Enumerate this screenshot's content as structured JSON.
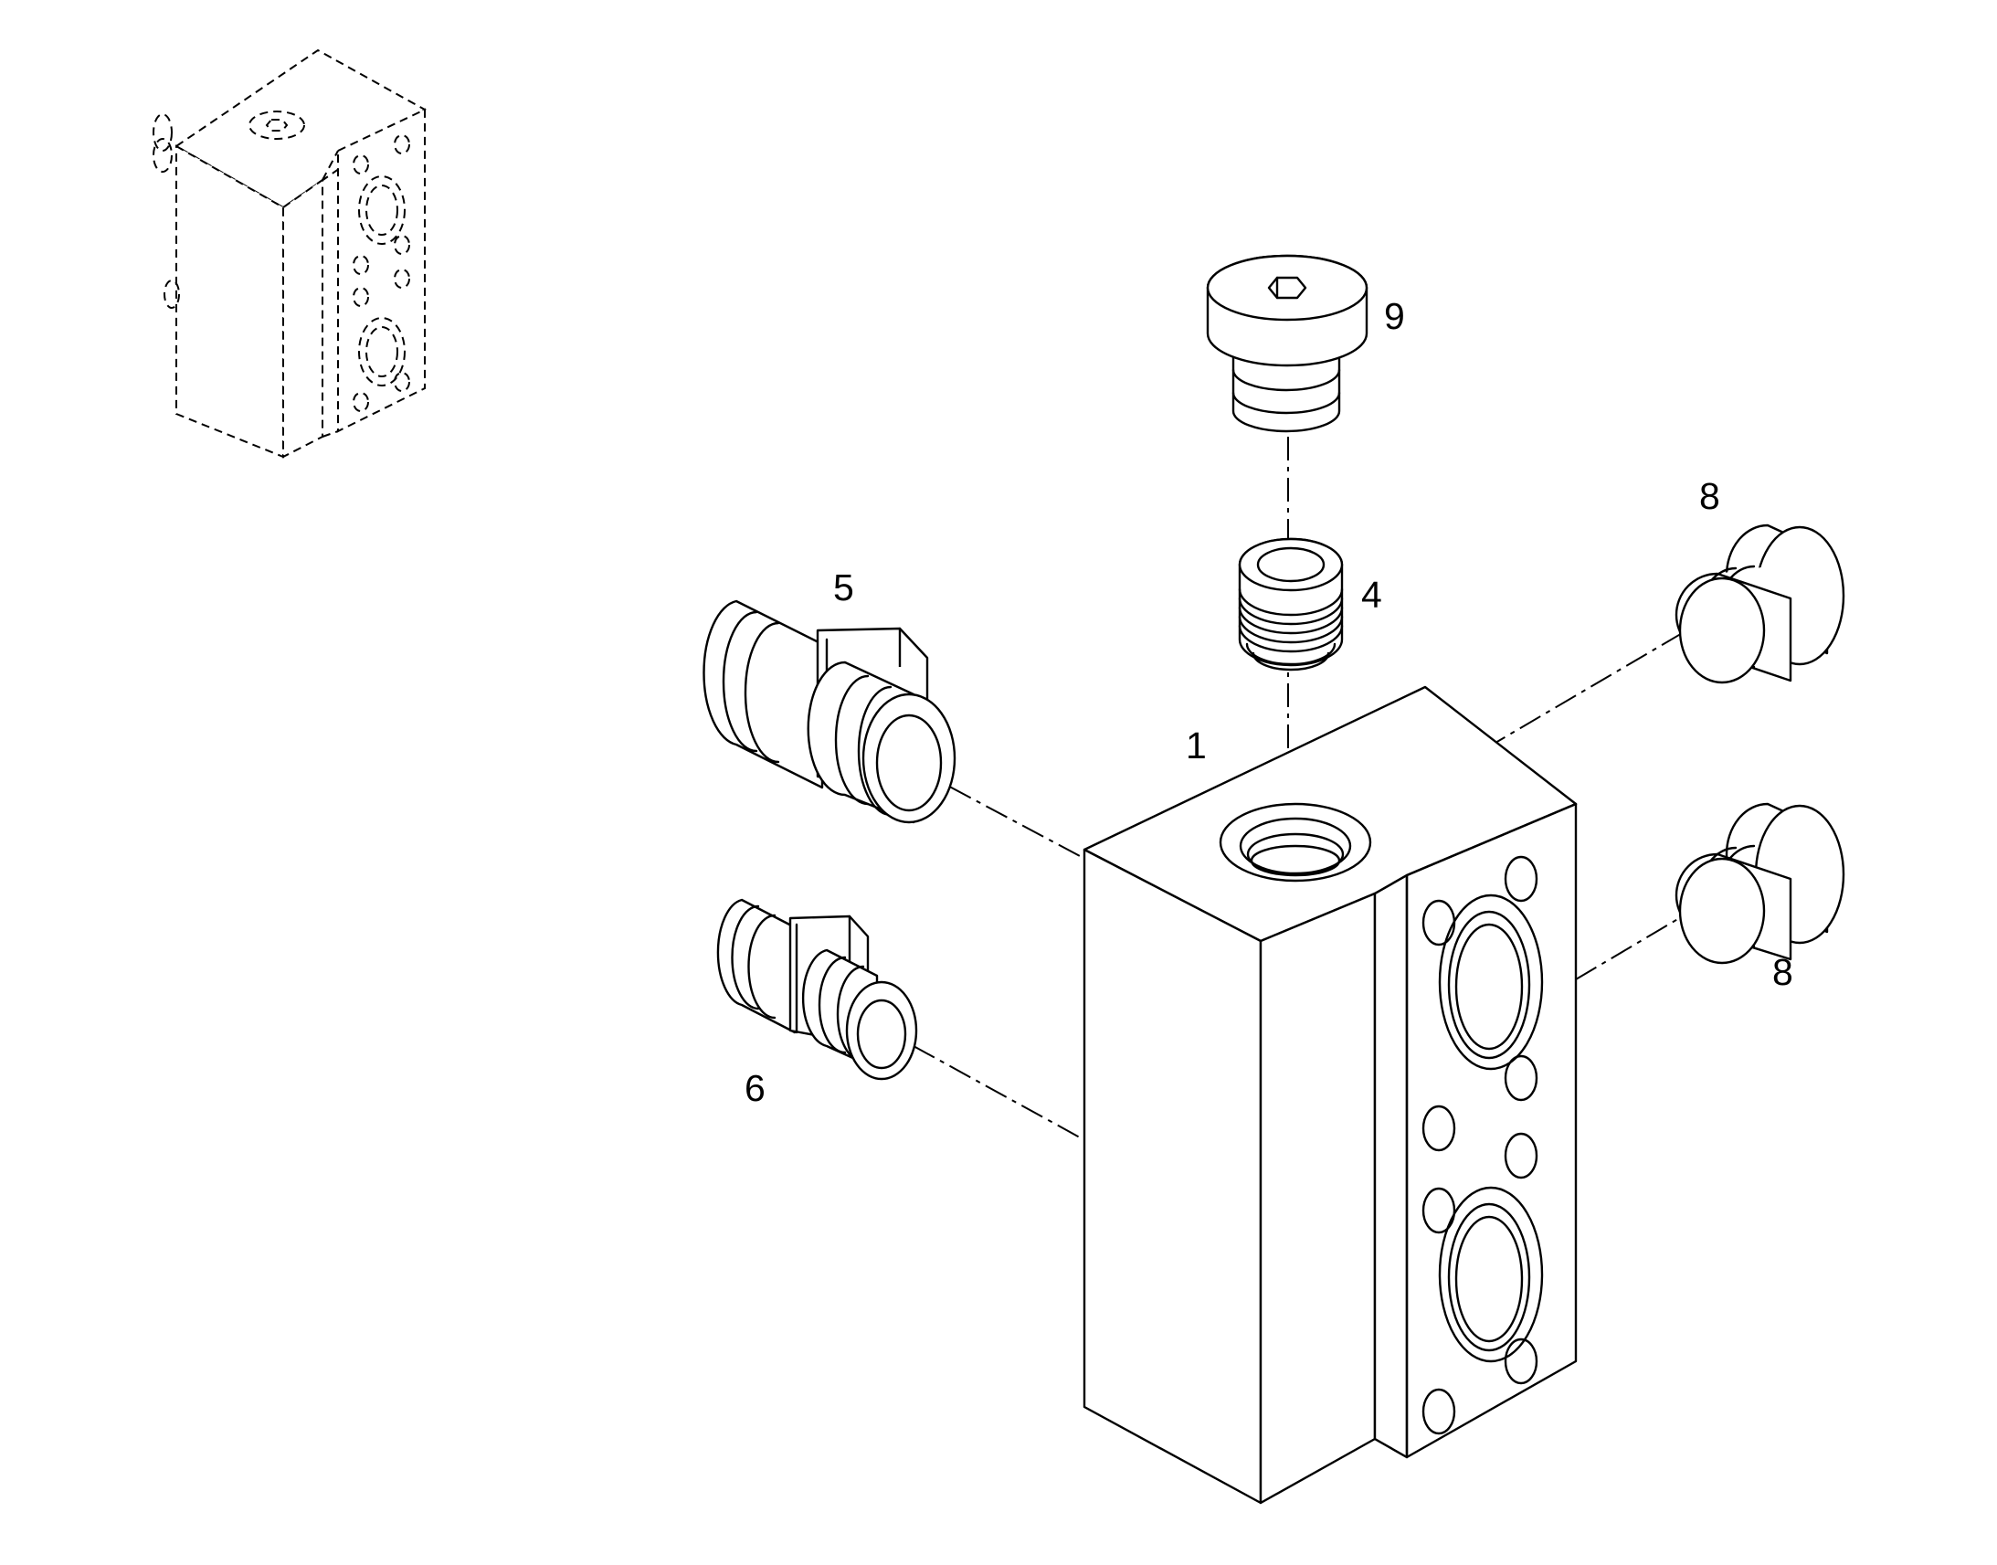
{
  "callouts": {
    "block": "1",
    "insert": "4",
    "fitting_large": "5",
    "fitting_small": "6",
    "plug_upper": "8",
    "plug_lower": "8",
    "cap_plug": "9"
  }
}
